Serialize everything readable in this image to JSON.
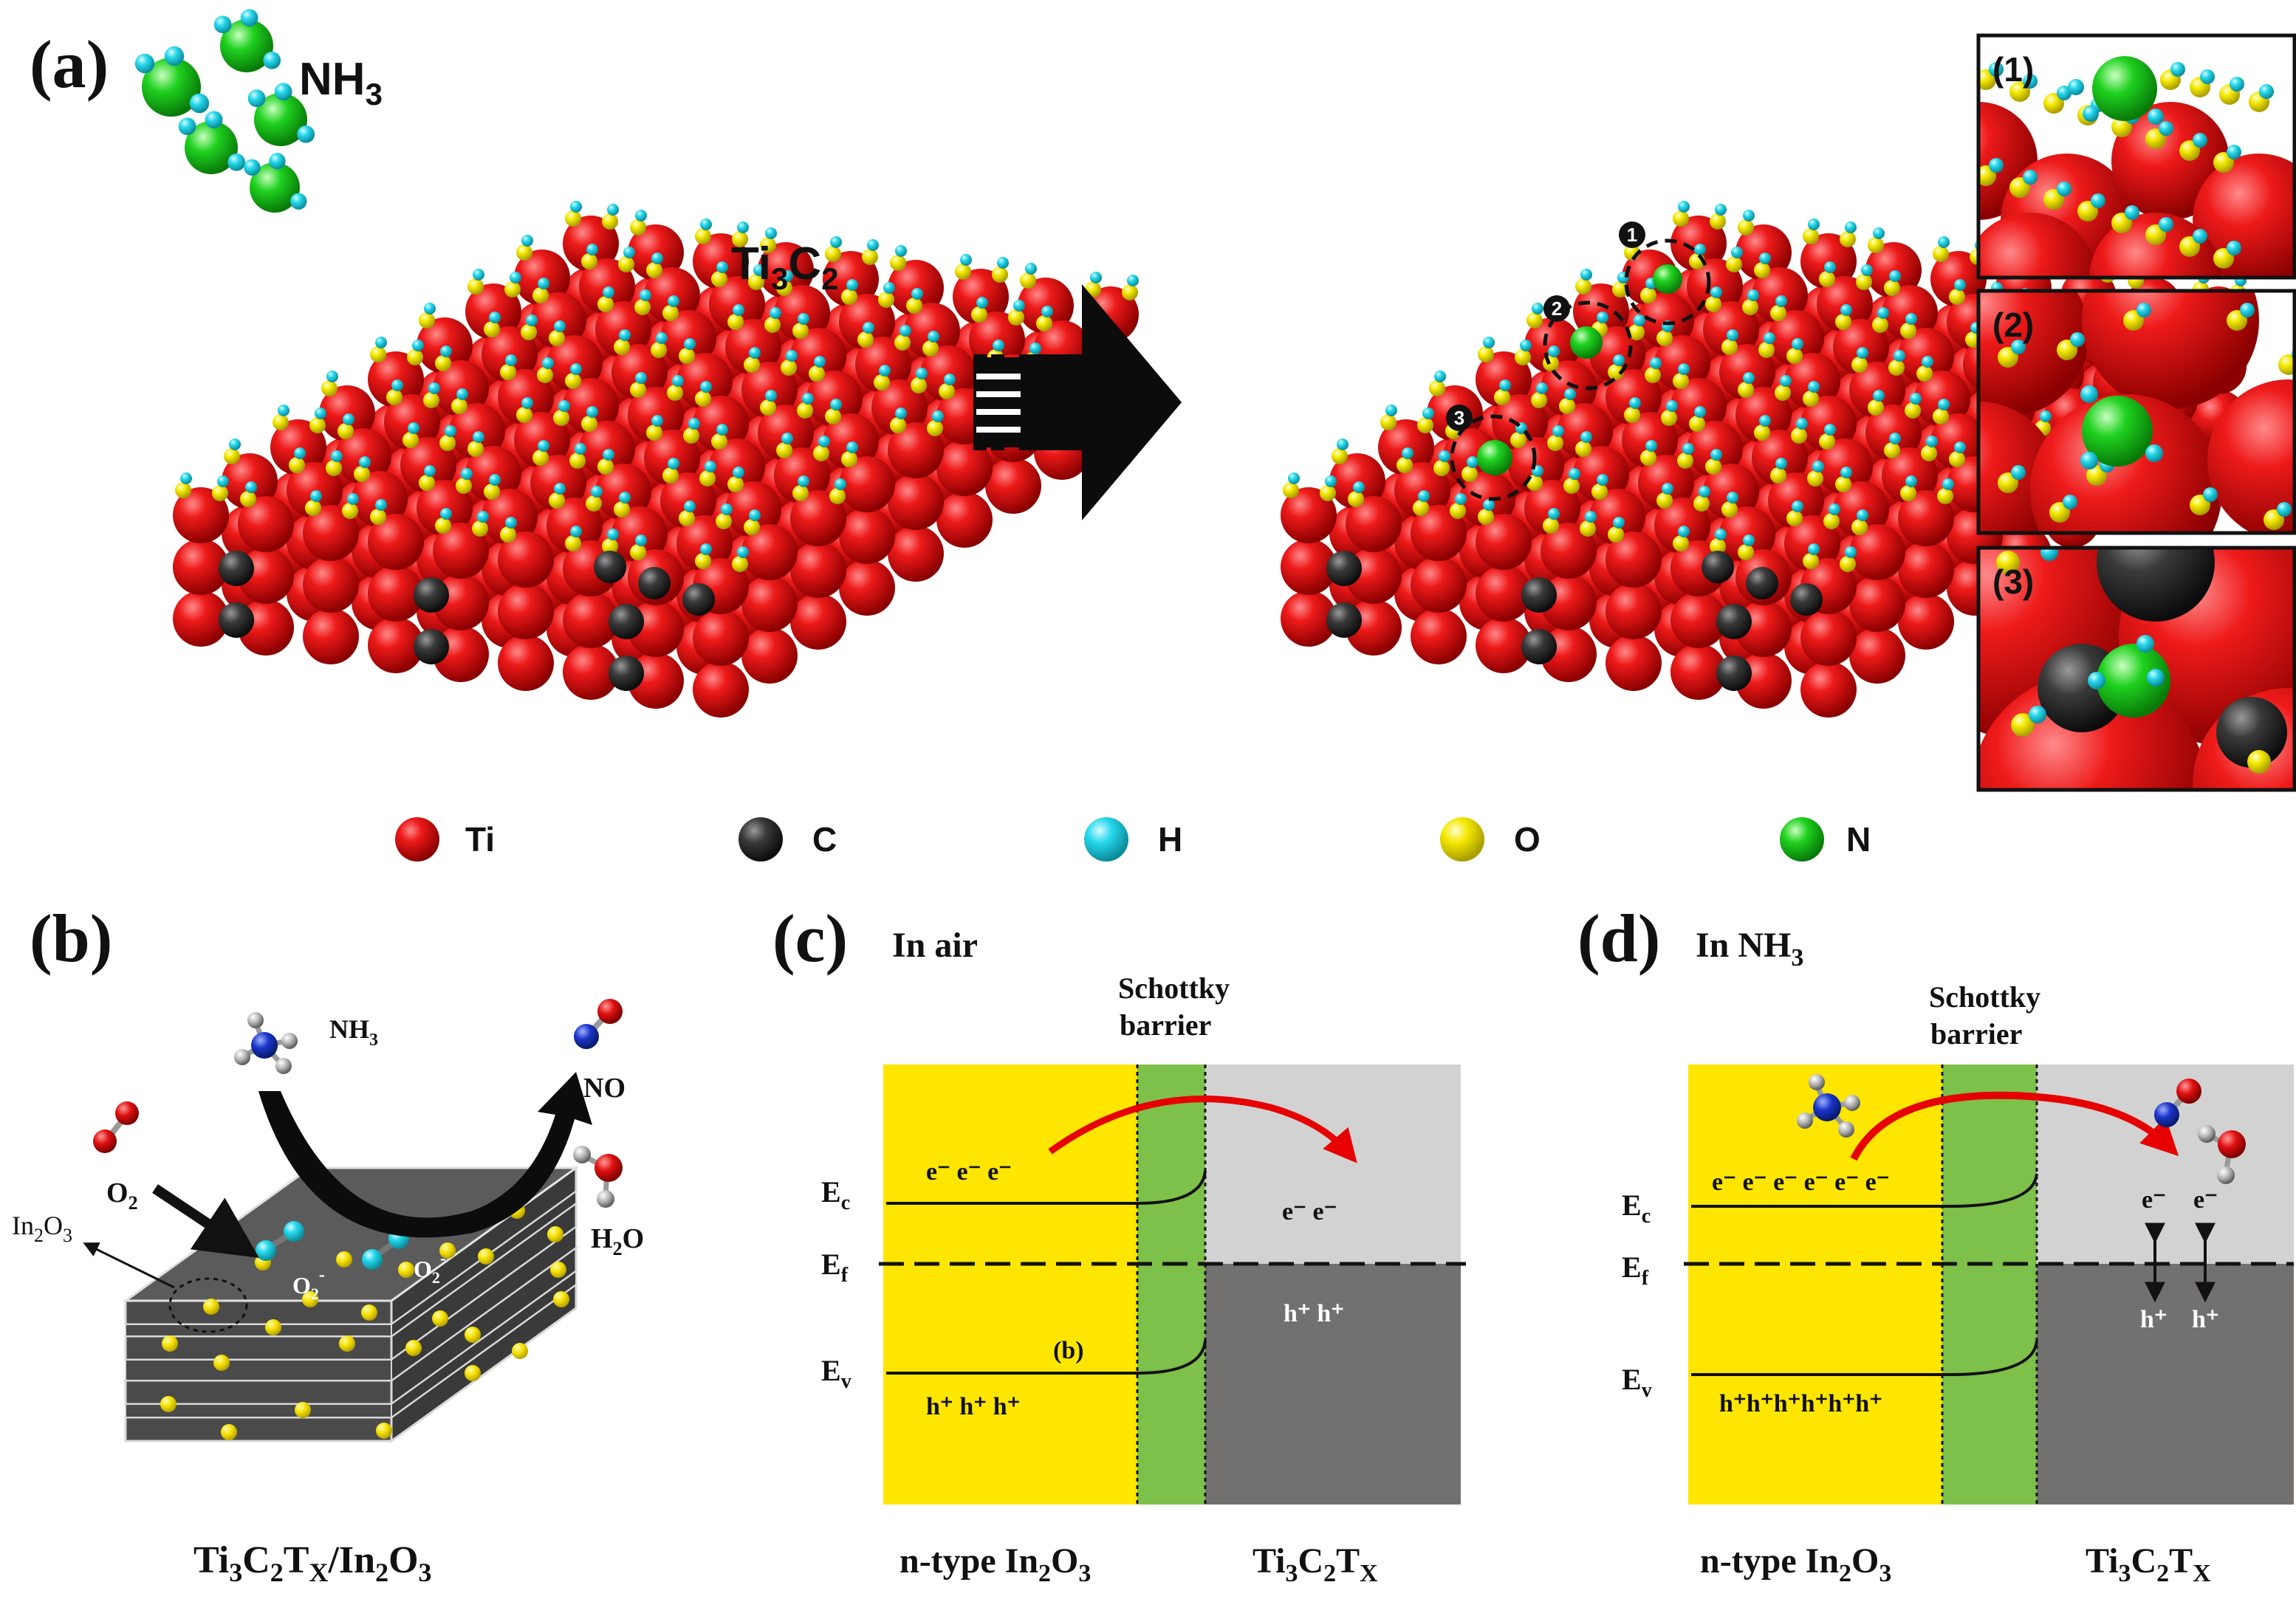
{
  "panels": {
    "a": {
      "label": "(a)",
      "gas_label": "NH",
      "gas_sub": "3",
      "surface_label": "Ti",
      "surface_sub1": "3",
      "surface_label2": "C",
      "surface_sub2": "2",
      "site_markers": [
        "1",
        "2",
        "3"
      ],
      "inset_labels": [
        "(1)",
        "(2)",
        "(3)"
      ]
    },
    "legend": [
      {
        "symbol": "Ti",
        "color": "#e00000"
      },
      {
        "symbol": "C",
        "color": "#2a2a2a"
      },
      {
        "symbol": "H",
        "color": "#22d4e8"
      },
      {
        "symbol": "O",
        "color": "#f2e600"
      },
      {
        "symbol": "N",
        "color": "#15c21b"
      }
    ],
    "b": {
      "label": "(b)",
      "nh3": "NH",
      "nh3_sub": "3",
      "o2": "O",
      "o2_sub": "2",
      "no": "NO",
      "h2o_a": "H",
      "h2o_sub": "2",
      "h2o_b": "O",
      "in2o3_a": "In",
      "in2o3_sub1": "2",
      "in2o3_b": "O",
      "in2o3_sub2": "3",
      "o2minus_a": "O",
      "o2minus_sub": "2",
      "o2minus_sup": "-",
      "caption_a": "Ti",
      "caption_sub1": "3",
      "caption_b": "C",
      "caption_sub2": "2",
      "caption_c": "T",
      "caption_sub3": "X",
      "caption_d": "/In",
      "caption_sub4": "2",
      "caption_e": "O",
      "caption_sub5": "3"
    },
    "c": {
      "label": "(c)",
      "condition": "In air",
      "barrier_line1": "Schottky",
      "barrier_line2": "barrier",
      "ec": "E",
      "ec_sub": "c",
      "ef": "E",
      "ef_sub": "f",
      "ev": "E",
      "ev_sub": "v",
      "electrons_left": "e⁻ e⁻ e⁻",
      "electrons_right": "e⁻  e⁻",
      "holes_left": "h⁺ h⁺ h⁺",
      "holes_right": "h⁺  h⁺",
      "mark_b": "(b)",
      "left_caption_a": "n-type In",
      "left_caption_sub1": "2",
      "left_caption_b": "O",
      "left_caption_sub2": "3",
      "right_caption_a": "Ti",
      "right_caption_sub1": "3",
      "right_caption_b": "C",
      "right_caption_sub2": "2",
      "right_caption_c": "T",
      "right_caption_sub3": "X"
    },
    "d": {
      "label": "(d)",
      "condition": "In NH",
      "condition_sub": "3",
      "barrier_line1": "Schottky",
      "barrier_line2": "barrier",
      "ec": "E",
      "ec_sub": "c",
      "ef": "E",
      "ef_sub": "f",
      "ev": "E",
      "ev_sub": "v",
      "electrons_left": "e⁻ e⁻ e⁻ e⁻ e⁻ e⁻",
      "electrons_right_1": "e⁻",
      "electrons_right_2": "e⁻",
      "holes_left": "h⁺h⁺h⁺h⁺h⁺h⁺",
      "holes_right_1": "h⁺",
      "holes_right_2": "h⁺",
      "left_caption_a": "n-type In",
      "left_caption_sub1": "2",
      "left_caption_b": "O",
      "left_caption_sub2": "3",
      "right_caption_a": "Ti",
      "right_caption_sub1": "3",
      "right_caption_b": "C",
      "right_caption_sub2": "2",
      "right_caption_c": "T",
      "right_caption_sub3": "X"
    }
  },
  "colors": {
    "ti": "#e00000",
    "carbon": "#2a2a2a",
    "hydrogen": "#22d4e8",
    "oxygen": "#f2e600",
    "nitrogen": "#15c21b",
    "n_type_region": "#ffe600",
    "schottky_region": "#7dc04a",
    "conduction_gray": "#d2d2d2",
    "valence_gray": "#737070",
    "arrow_red": "#e60000"
  }
}
